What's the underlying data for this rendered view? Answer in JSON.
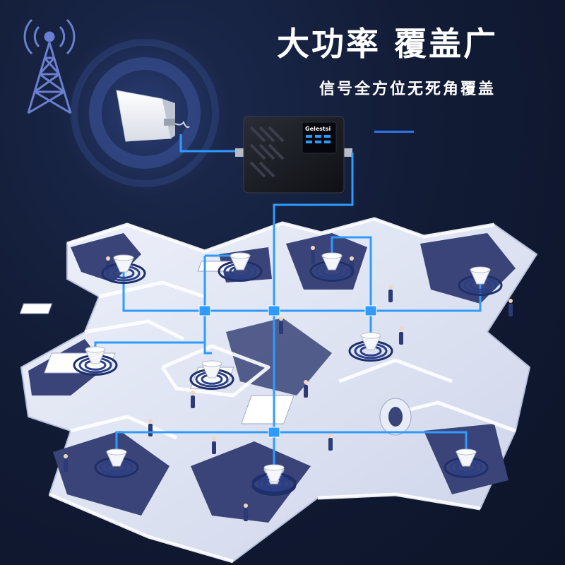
{
  "header": {
    "title": "大功率 覆盖广",
    "subtitle": "信号全方位无死角覆盖"
  },
  "booster": {
    "brand": "Gelestsi",
    "icon": "signal-booster-icon"
  },
  "icons": {
    "tower": "cell-tower-icon",
    "antenna": "outdoor-antenna-icon",
    "ceiling_antenna": "ceiling-antenna-icon",
    "splitter": "splitter-icon"
  },
  "colors": {
    "background": "#121c36",
    "cable": "#2f9bff",
    "floor": "#dfe4f4",
    "floor_dark": "#3a4478",
    "wall": "#f4f6fc",
    "accent": "#2f74e8"
  },
  "ceiling_antenna_count": 11
}
